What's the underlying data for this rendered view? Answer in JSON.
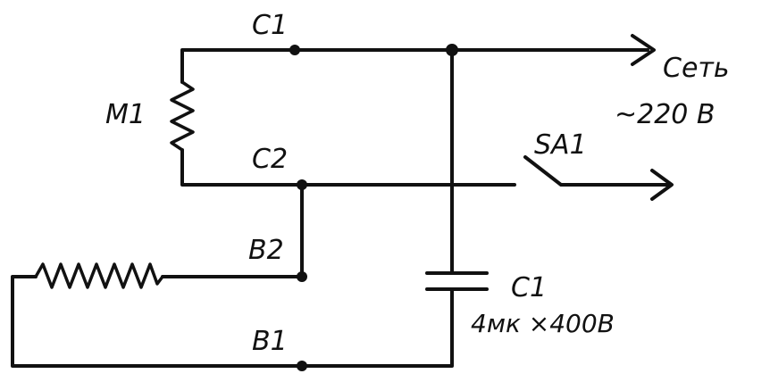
{
  "labels": {
    "c1_top": "C1",
    "m1": "M1",
    "c2": "C2",
    "b2": "B2",
    "b1": "B1",
    "sa1": "SA1",
    "net": "Сеть",
    "voltage": "~220 В",
    "cap_name": "C1",
    "cap_value": "4мк ×400В"
  },
  "colors": {
    "ink": "#111111",
    "background": "#ffffff"
  }
}
